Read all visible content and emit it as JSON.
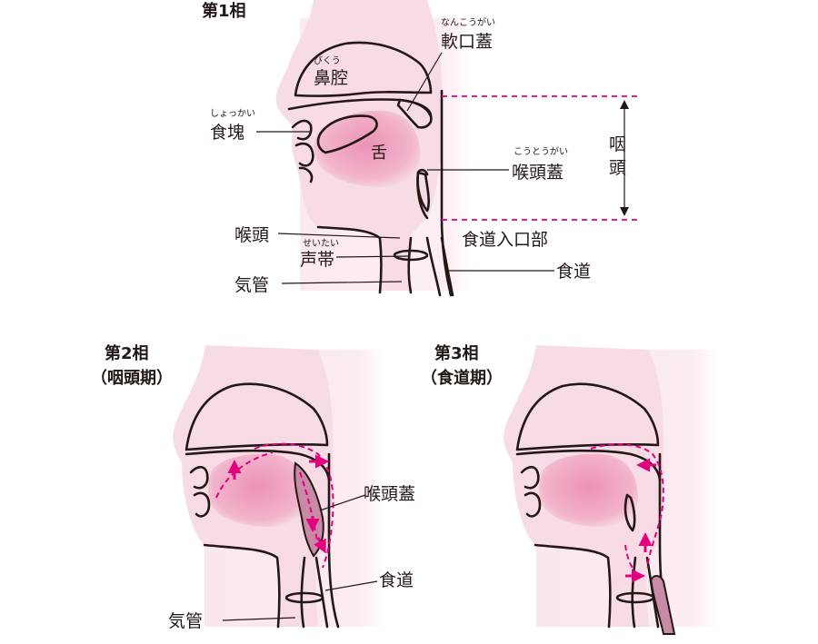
{
  "colors": {
    "tissue": "#f7dce6",
    "soft": "#f4c9d8",
    "tongue": "#ec93b5",
    "bolus": "#c98aa6",
    "accent": "#e4007f",
    "line": "#231815"
  },
  "phase1": {
    "title": "第1相",
    "labels": {
      "nasal_cavity": "鼻腔",
      "nasal_cavity_ruby": "びくう",
      "soft_palate": "軟口蓋",
      "soft_palate_ruby": "なんこうがい",
      "bolus": "食塊",
      "bolus_ruby": "しょっかい",
      "tongue": "舌",
      "epiglottis": "喉頭蓋",
      "epiglottis_ruby": "こうとうがい",
      "pharynx": "咽\n頭",
      "larynx": "喉頭",
      "esophagus_entrance": "食道入口部",
      "vocal_cords": "声帯",
      "vocal_cords_ruby": "せいたい",
      "trachea": "気管",
      "esophagus": "食道"
    }
  },
  "phase2": {
    "title": "第2相",
    "subtitle": "（咽頭期）",
    "labels": {
      "epiglottis": "喉頭蓋",
      "esophagus": "食道",
      "trachea": "気管"
    }
  },
  "phase3": {
    "title": "第3相",
    "subtitle": "（食道期）"
  }
}
